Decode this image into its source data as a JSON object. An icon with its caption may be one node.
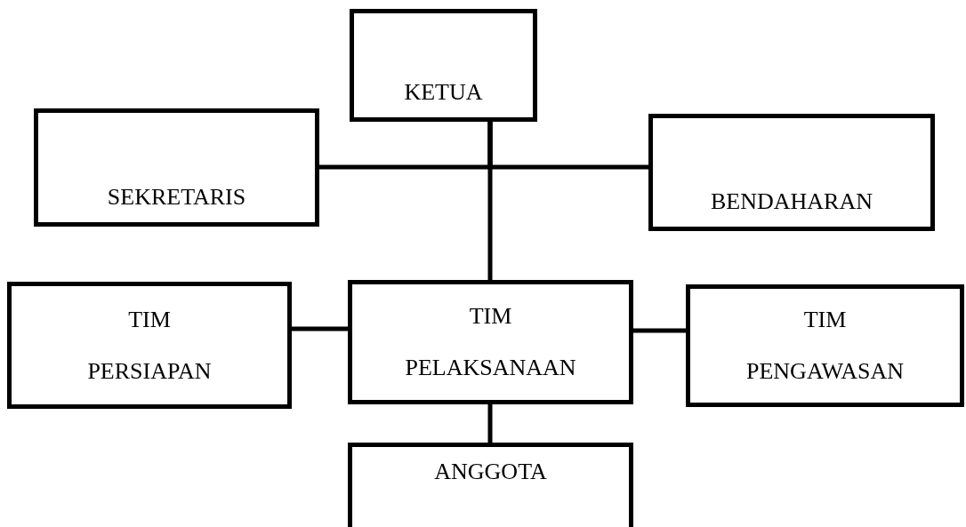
{
  "diagram": {
    "nodes": [
      {
        "text": [
          "KETUA"
        ]
      },
      {
        "text": [
          "SEKRETARIS"
        ]
      },
      {
        "text": [
          "BENDAHARAN"
        ]
      },
      {
        "text": [
          "TIM PERSIAPAN"
        ]
      },
      {
        "text": [
          "TIM PELAKSANAAN"
        ]
      },
      {
        "text": [
          "TIM PENGAWASAN"
        ]
      },
      {
        "text": [
          "ANGGOTA"
        ]
      }
    ],
    "edges": [
      {
        "from": 0,
        "to": 1,
        "arrow": "none"
      },
      {
        "from": 0,
        "to": 2,
        "arrow": "none"
      },
      {
        "from": 0,
        "to": 4,
        "arrow": "none"
      },
      {
        "from": 3,
        "to": 4,
        "arrow": "none"
      },
      {
        "from": 4,
        "to": 5,
        "arrow": "none"
      },
      {
        "from": 4,
        "to": 6,
        "arrow": "none"
      }
    ]
  }
}
